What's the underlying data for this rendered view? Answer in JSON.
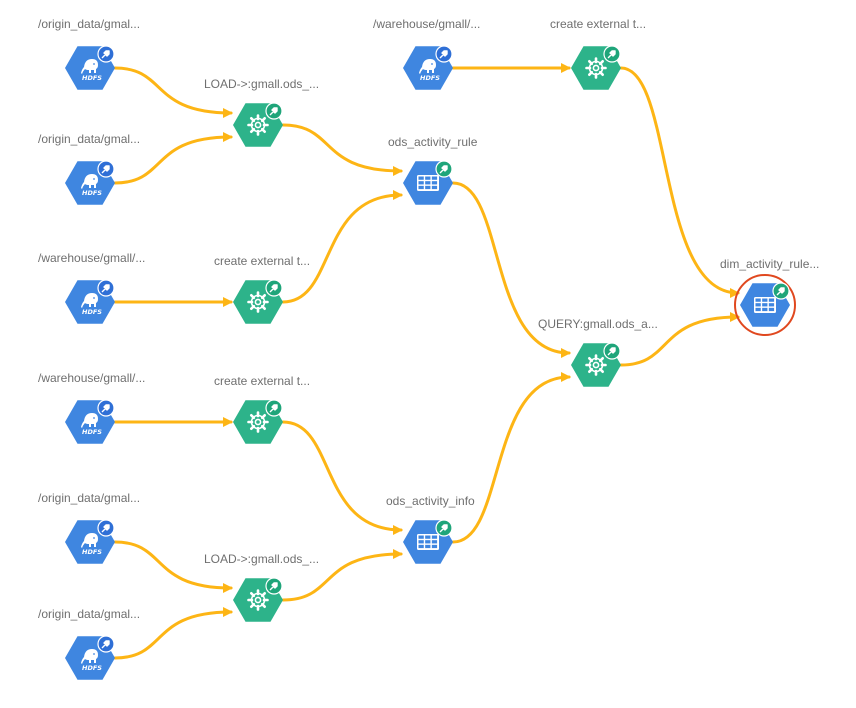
{
  "colors": {
    "edge": "#FDB515",
    "hdfs_node": "#3F86E0",
    "process_node": "#2DB38A",
    "table_node": "#3F86E0",
    "badge_blue": "#2F6FD6",
    "badge_green": "#1FA57A",
    "selection_ring": "#E0481F",
    "label": "#6f6f6f"
  },
  "nodes": [
    {
      "id": "hdfs1",
      "kind": "hdfs",
      "label": "/origin_data/gmal..."
    },
    {
      "id": "hdfs2",
      "kind": "hdfs",
      "label": "/origin_data/gmal..."
    },
    {
      "id": "hdfs3",
      "kind": "hdfs",
      "label": "/warehouse/gmall/..."
    },
    {
      "id": "hdfs4",
      "kind": "hdfs",
      "label": "/warehouse/gmall/..."
    },
    {
      "id": "hdfs5",
      "kind": "hdfs",
      "label": "/origin_data/gmal..."
    },
    {
      "id": "hdfs6",
      "kind": "hdfs",
      "label": "/origin_data/gmal..."
    },
    {
      "id": "hdfs7",
      "kind": "hdfs",
      "label": "/warehouse/gmall/..."
    },
    {
      "id": "p_load1",
      "kind": "process",
      "label": "LOAD->:gmall.ods_..."
    },
    {
      "id": "p_create1",
      "kind": "process",
      "label": "create external t..."
    },
    {
      "id": "p_create2",
      "kind": "process",
      "label": "create external t..."
    },
    {
      "id": "p_load2",
      "kind": "process",
      "label": "LOAD->:gmall.ods_..."
    },
    {
      "id": "p_create3",
      "kind": "process",
      "label": "create external t..."
    },
    {
      "id": "p_query",
      "kind": "process",
      "label": "QUERY:gmall.ods_a..."
    },
    {
      "id": "t_rule",
      "kind": "table",
      "label": "ods_activity_rule"
    },
    {
      "id": "t_info",
      "kind": "table",
      "label": "ods_activity_info"
    },
    {
      "id": "t_dim",
      "kind": "table",
      "label": "dim_activity_rule...",
      "selected": true
    }
  ],
  "edges": [
    [
      "hdfs1",
      "p_load1"
    ],
    [
      "hdfs2",
      "p_load1"
    ],
    [
      "hdfs3",
      "p_create1"
    ],
    [
      "hdfs4",
      "p_create2"
    ],
    [
      "hdfs5",
      "p_load2"
    ],
    [
      "hdfs6",
      "p_load2"
    ],
    [
      "hdfs7",
      "p_create3"
    ],
    [
      "p_load1",
      "t_rule"
    ],
    [
      "p_create1",
      "t_rule"
    ],
    [
      "p_create2",
      "t_info"
    ],
    [
      "p_load2",
      "t_info"
    ],
    [
      "t_rule",
      "p_query"
    ],
    [
      "t_info",
      "p_query"
    ],
    [
      "p_query",
      "t_dim"
    ],
    [
      "p_create3",
      "t_dim"
    ]
  ]
}
